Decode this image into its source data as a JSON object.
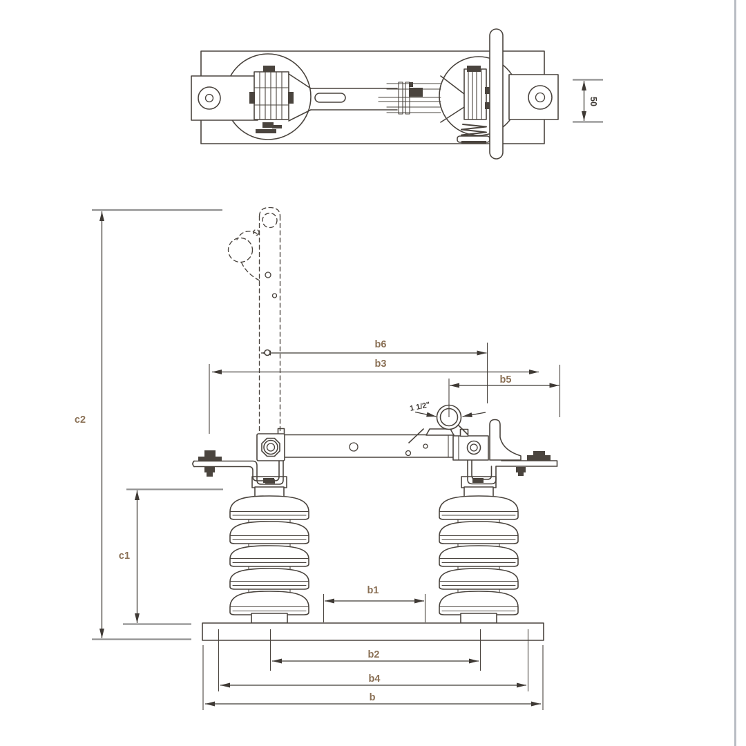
{
  "diagram": {
    "labels": {
      "b": "b",
      "b1": "b1",
      "b2": "b2",
      "b3": "b3",
      "b4": "b4",
      "b5": "b5",
      "b6": "b6",
      "c1": "c1",
      "c2": "c2",
      "bracket_height": "50",
      "contact_ring_diameter": "1 1/2\""
    },
    "colors": {
      "background": "#ffffff",
      "line": "#4a443e",
      "dim": "#3f3a35",
      "extension": "#909090",
      "label": "#8a7055",
      "page_rule": "#b9bdc4"
    }
  }
}
